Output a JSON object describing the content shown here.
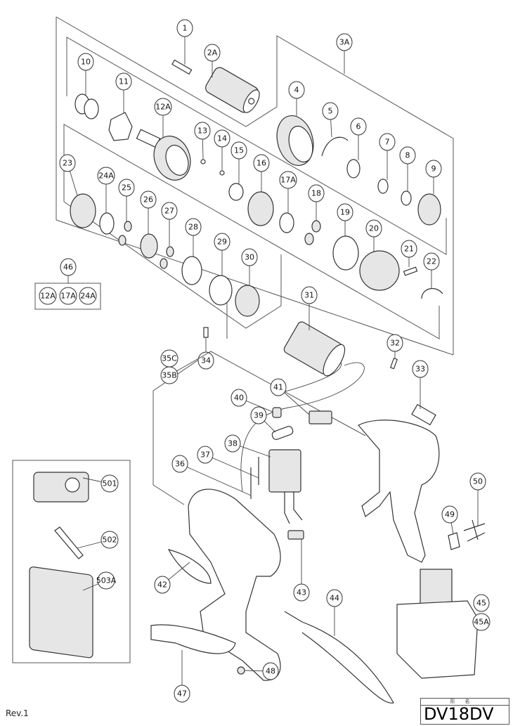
{
  "model": {
    "label_jp": "形名",
    "name": "DV18DV"
  },
  "revision": "Rev.1",
  "callouts": [
    "1",
    "2A",
    "3A",
    "4",
    "5",
    "6",
    "7",
    "8",
    "9",
    "10",
    "11",
    "12A",
    "13",
    "14",
    "15",
    "16",
    "17A",
    "18",
    "19",
    "20",
    "21",
    "22",
    "23",
    "24A",
    "25",
    "26",
    "27",
    "28",
    "29",
    "30",
    "31",
    "32",
    "33",
    "34",
    "35C",
    "35B",
    "36",
    "37",
    "38",
    "39",
    "40",
    "41",
    "42",
    "43",
    "44",
    "45",
    "45A",
    "46",
    "47",
    "48",
    "49",
    "50",
    "501",
    "502",
    "503A"
  ],
  "kit_46_contents": [
    "12A",
    "17A",
    "24A"
  ],
  "line_color": "#333333"
}
